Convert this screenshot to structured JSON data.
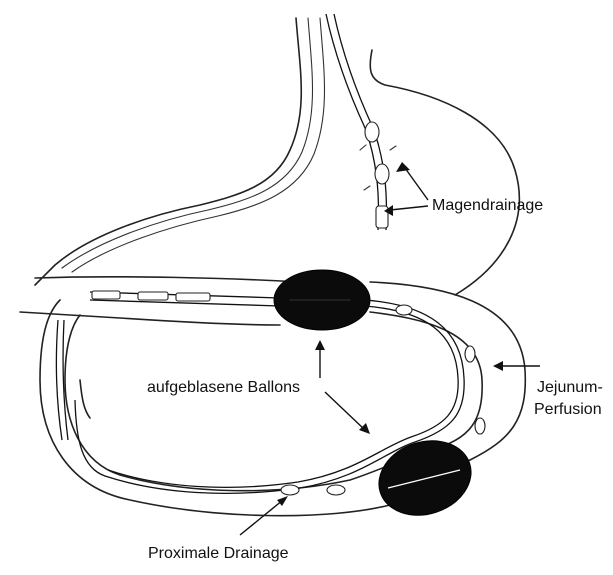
{
  "labels": {
    "magendrainage": "Magendrainage",
    "ballons": "aufgeblasene Ballons",
    "jejunum_line1": "Jejunum-",
    "jejunum_line2": "Perfusion",
    "proximale": "Proximale Drainage"
  },
  "colors": {
    "ink": "#111111",
    "balloon": "#0b0b0b",
    "paper": "#ffffff"
  }
}
